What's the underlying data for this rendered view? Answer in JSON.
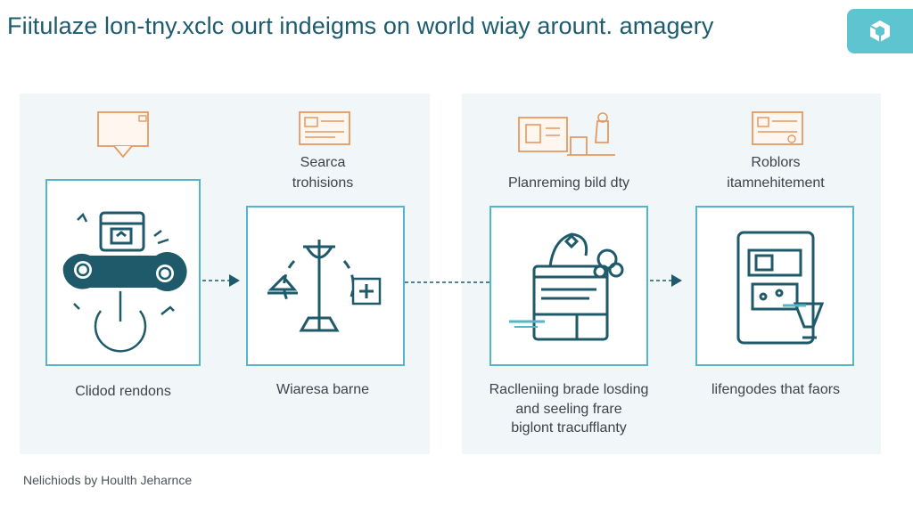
{
  "header": {
    "title": "Fiitulaze lon-tny.xclc ourt indeigms on world wiay arount. amagery"
  },
  "logo": {
    "icon": "cube-logo-icon"
  },
  "steps": [
    {
      "top_label": "",
      "bottom_label": "Clidod rendons",
      "icon": "game-controller-power-icon"
    },
    {
      "top_label_line1": "Searca",
      "top_label_line2": "trohisions",
      "bottom_label": "Wiaresa barne",
      "icon": "balance-scale-icon"
    },
    {
      "top_label": "Planreming bild dty",
      "bottom_label_line1": "Raclleniing brade losding",
      "bottom_label_line2": "and seeling frare",
      "bottom_label_line3": "biglont tracufflanty",
      "icon": "browser-window-icon"
    },
    {
      "top_label_line1": "Roblors",
      "top_label_line2": "itamnehitement",
      "bottom_label": "lifengodes that faors",
      "icon": "tablet-device-icon"
    }
  ],
  "footer": {
    "text": "Nelichiods by Houlth Jeharnce"
  },
  "colors": {
    "accent": "#55b5c9",
    "icon_dark": "#1f5a6a",
    "orange": "#e39a62",
    "panel_bg": "#f1f6f8",
    "logo_bg": "#5ec4cf"
  }
}
